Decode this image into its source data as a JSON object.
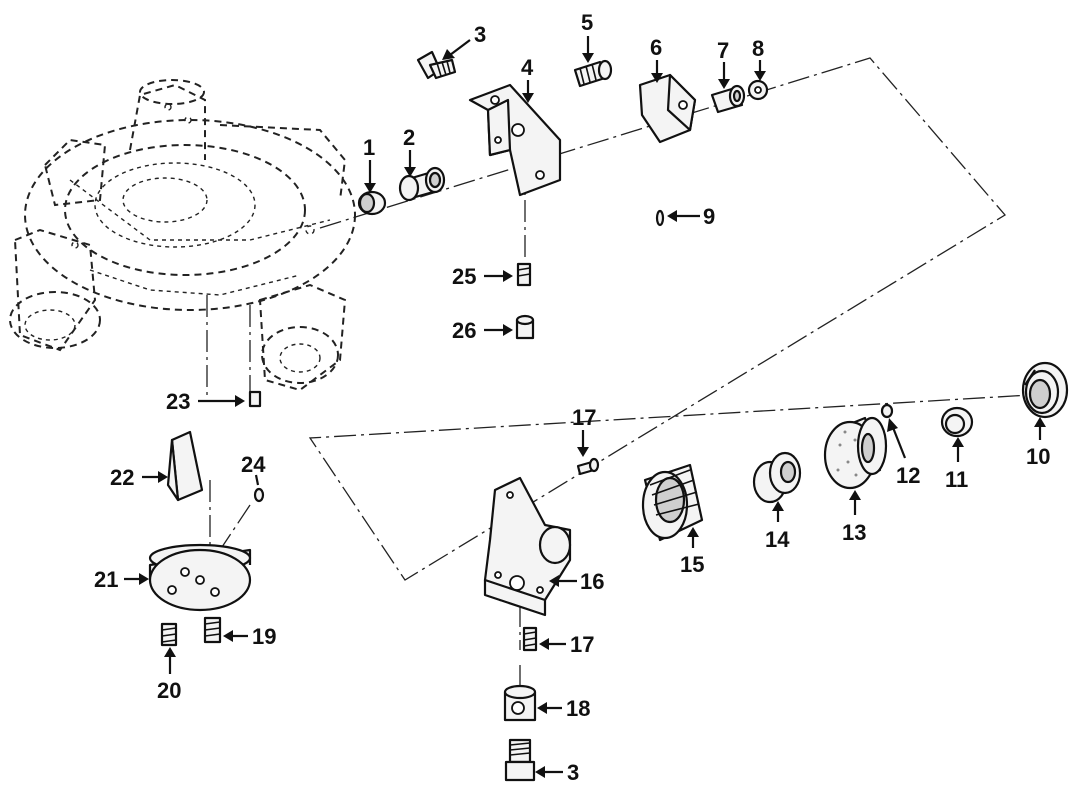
{
  "diagram": {
    "type": "exploded-parts-view",
    "callouts": [
      {
        "id": "c1",
        "label": "1"
      },
      {
        "id": "c2",
        "label": "2"
      },
      {
        "id": "c3a",
        "label": "3"
      },
      {
        "id": "c4",
        "label": "4"
      },
      {
        "id": "c5",
        "label": "5"
      },
      {
        "id": "c6",
        "label": "6"
      },
      {
        "id": "c7",
        "label": "7"
      },
      {
        "id": "c8",
        "label": "8"
      },
      {
        "id": "c9",
        "label": "9"
      },
      {
        "id": "c10",
        "label": "10"
      },
      {
        "id": "c11",
        "label": "11"
      },
      {
        "id": "c12",
        "label": "12"
      },
      {
        "id": "c13",
        "label": "13"
      },
      {
        "id": "c14",
        "label": "14"
      },
      {
        "id": "c15",
        "label": "15"
      },
      {
        "id": "c16",
        "label": "16"
      },
      {
        "id": "c17a",
        "label": "17"
      },
      {
        "id": "c17b",
        "label": "17"
      },
      {
        "id": "c18",
        "label": "18"
      },
      {
        "id": "c3b",
        "label": "3"
      },
      {
        "id": "c19",
        "label": "19"
      },
      {
        "id": "c20",
        "label": "20"
      },
      {
        "id": "c21",
        "label": "21"
      },
      {
        "id": "c22",
        "label": "22"
      },
      {
        "id": "c23",
        "label": "23"
      },
      {
        "id": "c24",
        "label": "24"
      },
      {
        "id": "c25",
        "label": "25"
      },
      {
        "id": "c26",
        "label": "26"
      }
    ]
  }
}
